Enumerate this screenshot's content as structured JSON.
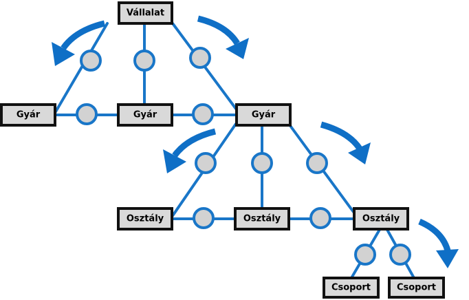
{
  "colors": {
    "connector": "#1976c8",
    "arrow": "#0f6fc6",
    "box_fill": "#d9d9d9",
    "box_border": "#111111",
    "node_fill": "#d2d2d2"
  },
  "nodes": {
    "company": "Vállalat",
    "factory_left": "Gyár",
    "factory_middle": "Gyár",
    "factory_right": "Gyár",
    "department_left": "Osztály",
    "department_middle": "Osztály",
    "department_right": "Osztály",
    "group_left": "Csoport",
    "group_right": "Csoport"
  }
}
